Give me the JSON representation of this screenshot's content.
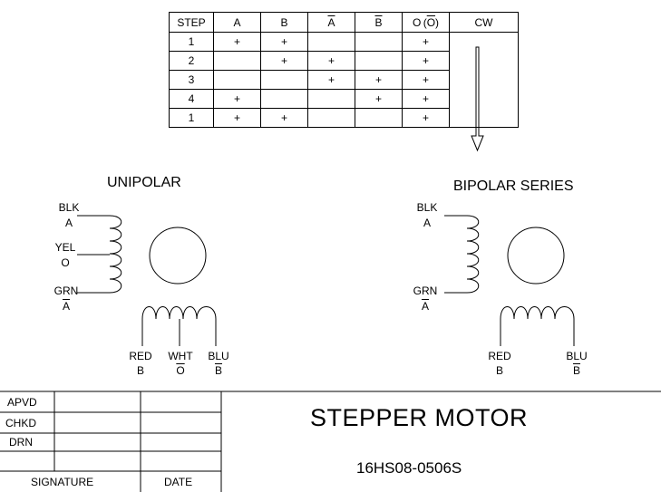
{
  "sequence_table": {
    "headers": [
      "STEP",
      "A",
      "B",
      "A",
      "B",
      "O",
      "O",
      "CW"
    ],
    "header_overline": [
      false,
      false,
      false,
      true,
      true,
      false,
      true,
      false
    ],
    "rows": [
      [
        "1",
        "+",
        "+",
        "",
        "",
        "+"
      ],
      [
        "2",
        "",
        "+",
        "+",
        "",
        "+"
      ],
      [
        "3",
        "",
        "",
        "+",
        "+",
        "+"
      ],
      [
        "4",
        "+",
        "",
        "",
        "+",
        "+"
      ],
      [
        "1",
        "+",
        "+",
        "",
        "",
        "+"
      ]
    ]
  },
  "unipolar": {
    "title": "UNIPOLAR",
    "blk": "BLK",
    "a": "A",
    "yel": "YEL",
    "o": "O",
    "grn": "GRN",
    "a_bar": "A",
    "red": "RED",
    "b": "B",
    "wht": "WHT",
    "o_bar": "O",
    "blu": "BLU",
    "b_bar": "B"
  },
  "bipolar": {
    "title": "BIPOLAR SERIES",
    "blk": "BLK",
    "a": "A",
    "grn": "GRN",
    "a_bar": "A",
    "red": "RED",
    "b": "B",
    "blu": "BLU",
    "b_bar": "B"
  },
  "title_block": {
    "apvd": "APVD",
    "chkd": "CHKD",
    "drn": "DRN",
    "signature": "SIGNATURE",
    "date": "DATE",
    "title": "STEPPER MOTOR",
    "part_number": "16HS08-0506S"
  }
}
